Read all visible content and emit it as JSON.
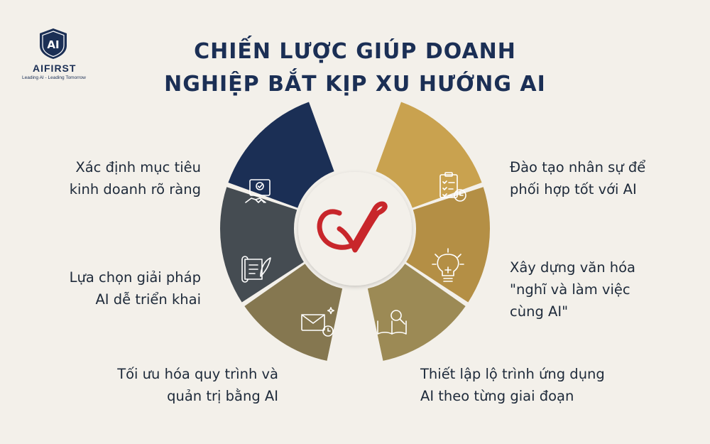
{
  "brand": {
    "logo_mark": "AI",
    "name": "AIFIRST",
    "tagline": "Leading AI - Leading Tomorrow"
  },
  "title": {
    "line1": "CHIẾN LƯỢC GIÚP DOANH",
    "line2": "NGHIỆP BẮT KỊP XU HƯỚNG AI"
  },
  "steps": [
    {
      "line1": "Xác định mục tiêu",
      "line2": "kinh doanh rõ ràng",
      "icon": "handshake-icon",
      "color": "#1b2f55"
    },
    {
      "line1": "Lựa chọn giải pháp",
      "line2": "AI dễ triển khai",
      "icon": "scroll-icon",
      "color": "#454c52"
    },
    {
      "line1": "Tối ưu hóa quy trình và",
      "line2": "quản trị bằng AI",
      "icon": "mail-clock-icon",
      "color": "#857750"
    },
    {
      "line1": "Thiết lập lộ trình ứng dụng",
      "line2": "AI theo từng giai đoạn",
      "icon": "book-search-icon",
      "color": "#9c8a55"
    },
    {
      "line1": "Xây dựng văn hóa",
      "line2": "\"nghĩ và làm việc",
      "line3": "cùng AI\"",
      "icon": "lightbulb-icon",
      "color": "#b48f45"
    },
    {
      "line1": "Đào tạo nhân sự để",
      "line2": "phối hợp tốt với AI",
      "icon": "checklist-clock-icon",
      "color": "#c9a24f"
    }
  ],
  "center": {
    "icon": "checkmark-icon",
    "color": "#c8262b"
  }
}
